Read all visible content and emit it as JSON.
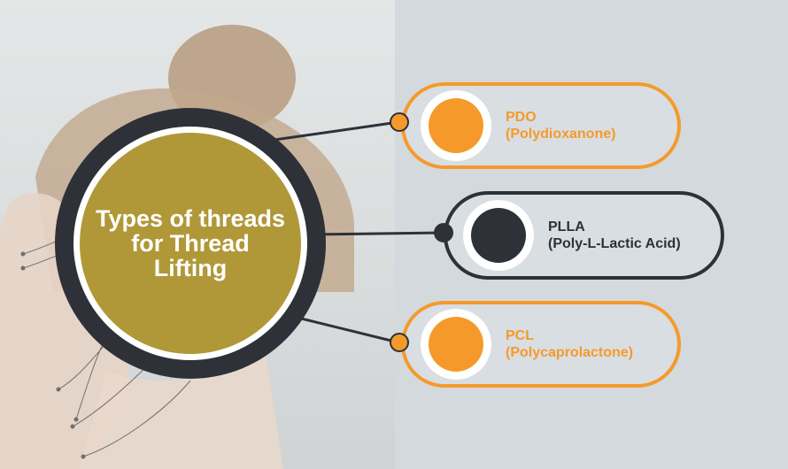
{
  "center": {
    "title": "Types of threads for Thread Lifting"
  },
  "threads": [
    {
      "abbr": "PDO",
      "name": "(Polydioxanone)",
      "color": "#f59a2a",
      "text_color": "#f59a2a"
    },
    {
      "abbr": "PLLA",
      "name": "(Poly-L-Lactic Acid)",
      "color": "#2e3137",
      "text_color": "#2e3137"
    },
    {
      "abbr": "PCL",
      "name": "(Polycaprolactone)",
      "color": "#f59a2a",
      "text_color": "#f59a2a"
    }
  ],
  "colors": {
    "accent_orange": "#f59a2a",
    "dark": "#2e3137",
    "gold": "#b09838",
    "background": "#d4d9dd"
  }
}
